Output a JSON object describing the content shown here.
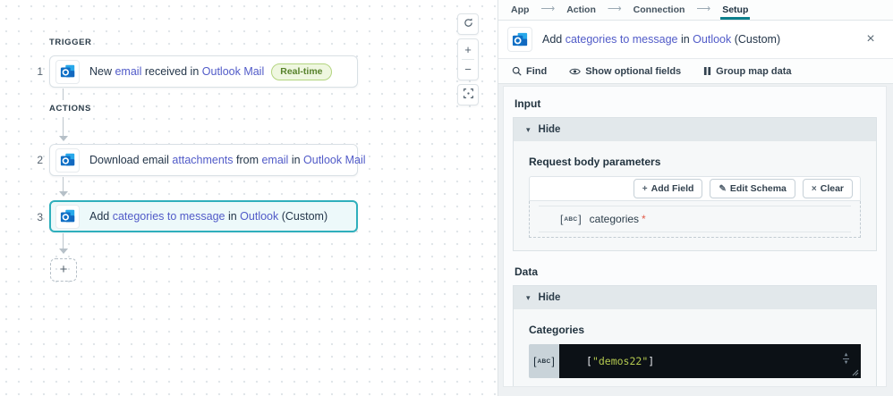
{
  "colors": {
    "accent_teal": "#2fafbc",
    "setup_underline": "#0c7f8c",
    "link": "#515bc8",
    "badge_bg": "#eff7e0",
    "badge_border": "#b3d47f",
    "badge_text": "#57822b",
    "editor_bg": "#0c1116",
    "editor_string": "#b4c94f",
    "selected_card_bg": "#edf9fa"
  },
  "canvas": {
    "trigger_label": "TRIGGER",
    "actions_label": "ACTIONS",
    "steps": [
      {
        "num": "1",
        "segments": [
          {
            "t": "New ",
            "link": false
          },
          {
            "t": "email",
            "link": true
          },
          {
            "t": " received in ",
            "link": false
          },
          {
            "t": "Outlook Mail",
            "link": true
          }
        ],
        "badge": "Real-time"
      },
      {
        "num": "2",
        "segments": [
          {
            "t": "Download email ",
            "link": false
          },
          {
            "t": "attachments",
            "link": true
          },
          {
            "t": " from ",
            "link": false
          },
          {
            "t": "email",
            "link": true
          },
          {
            "t": " in ",
            "link": false
          },
          {
            "t": "Outlook Mail",
            "link": true
          }
        ]
      },
      {
        "num": "3",
        "segments": [
          {
            "t": "Add ",
            "link": false
          },
          {
            "t": "categories to message",
            "link": true
          },
          {
            "t": " in ",
            "link": false
          },
          {
            "t": "Outlook",
            "link": true
          },
          {
            "t": " (Custom)",
            "link": false
          }
        ]
      }
    ],
    "add_step_glyph": "+",
    "controls": {
      "zoom_in": "+",
      "zoom_out": "−"
    }
  },
  "panel": {
    "breadcrumb": {
      "items": [
        "App",
        "Action",
        "Connection",
        "Setup"
      ],
      "separator": "⟶",
      "active": "Setup"
    },
    "header": {
      "segments": [
        {
          "t": "Add ",
          "link": false
        },
        {
          "t": "categories to message",
          "link": true
        },
        {
          "t": " in ",
          "link": false
        },
        {
          "t": "Outlook",
          "link": true
        },
        {
          "t": " (Custom)",
          "link": false
        }
      ],
      "close_glyph": "×"
    },
    "toolbar": {
      "find": "Find",
      "show_optional": "Show optional fields",
      "group_map": "Group map data"
    },
    "input_section": {
      "label": "Input",
      "hide_label": "Hide",
      "caret": "▾",
      "request_body": {
        "title": "Request body parameters",
        "buttons": [
          {
            "icon": "+",
            "label": "Add Field"
          },
          {
            "icon": "✎",
            "label": "Edit Schema"
          },
          {
            "icon": "×",
            "label": "Clear"
          }
        ],
        "field": {
          "type_letters": "ABC",
          "name": "categories",
          "required_mark": "*"
        }
      }
    },
    "data_section": {
      "label": "Data",
      "hide_label": "Hide",
      "caret": "▾",
      "field_label": "Categories",
      "editor": {
        "type_letters": "ABC",
        "value": "[\"demos22\"]",
        "tokens": [
          {
            "t": "[",
            "c": "#e8eaee"
          },
          {
            "t": "\"demos22\"",
            "c": "#b4c94f"
          },
          {
            "t": "]",
            "c": "#e8eaee"
          }
        ],
        "stepper_up": "▲",
        "stepper_down": "▼"
      }
    }
  }
}
